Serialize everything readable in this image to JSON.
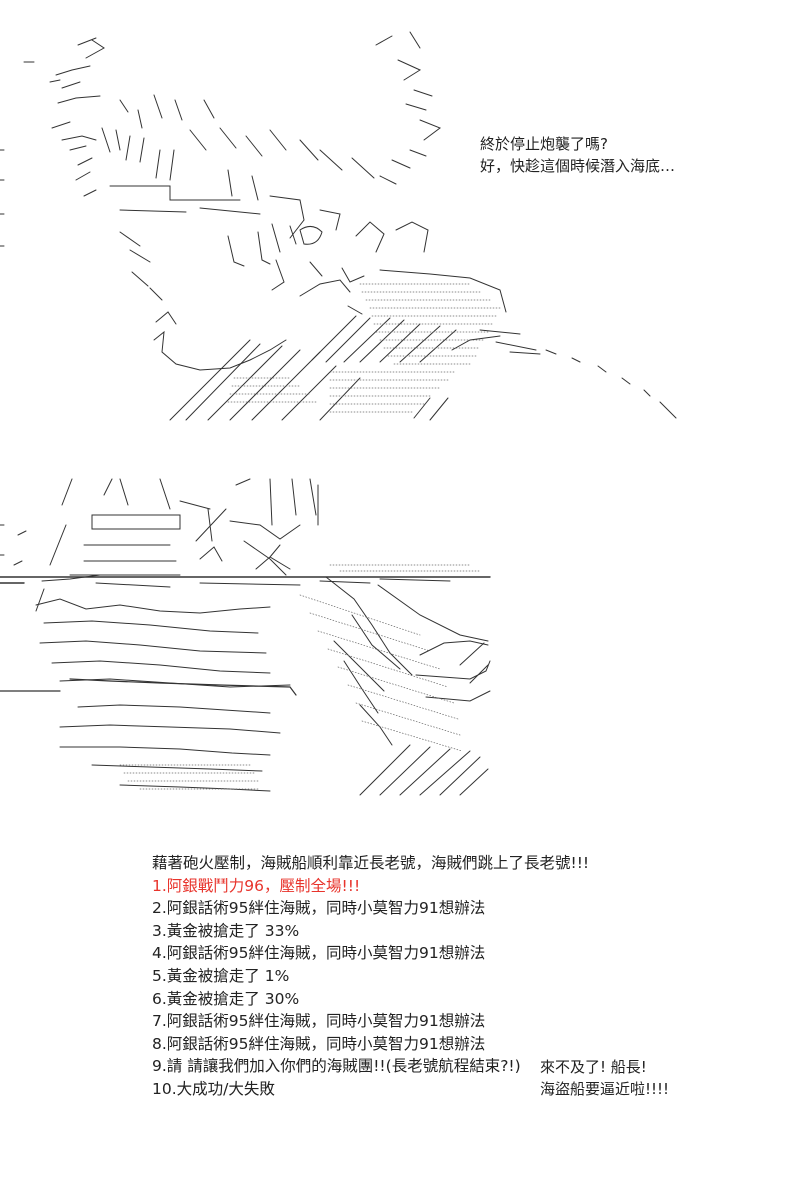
{
  "panel_1": {
    "dialogue": [
      "終於停止炮襲了嗎?",
      "好，快趁這個時候潛入海底…"
    ]
  },
  "panel_2": {
    "dialogue": [
      "來不及了! 船長!",
      "海盜船要逼近啦!!!!"
    ]
  },
  "narration": {
    "intro": "藉著砲火壓制，海賊船順利靠近長老號，海賊們跳上了長老號!!!",
    "options": [
      {
        "text": "1.阿銀戰鬥力96，壓制全場!!!",
        "highlight": true,
        "color": "#e8342c"
      },
      {
        "text": "2.阿銀話術95絆住海賊，同時小莫智力91想辦法",
        "highlight": false
      },
      {
        "text": "3.黃金被搶走了  33%",
        "highlight": false
      },
      {
        "text": "4.阿銀話術95絆住海賊，同時小莫智力91想辦法",
        "highlight": false
      },
      {
        "text": "5.黃金被搶走了  1%",
        "highlight": false
      },
      {
        "text": "6.黃金被搶走了  30%",
        "highlight": false
      },
      {
        "text": "7.阿銀話術95絆住海賊，同時小莫智力91想辦法",
        "highlight": false
      },
      {
        "text": "8.阿銀話術95絆住海賊，同時小莫智力91想辦法",
        "highlight": false
      },
      {
        "text": "9.請  請讓我們加入你們的海賊團!!(長老號航程結束?!)",
        "highlight": false
      },
      {
        "text": "10.大成功/大失敗",
        "highlight": false
      }
    ]
  }
}
